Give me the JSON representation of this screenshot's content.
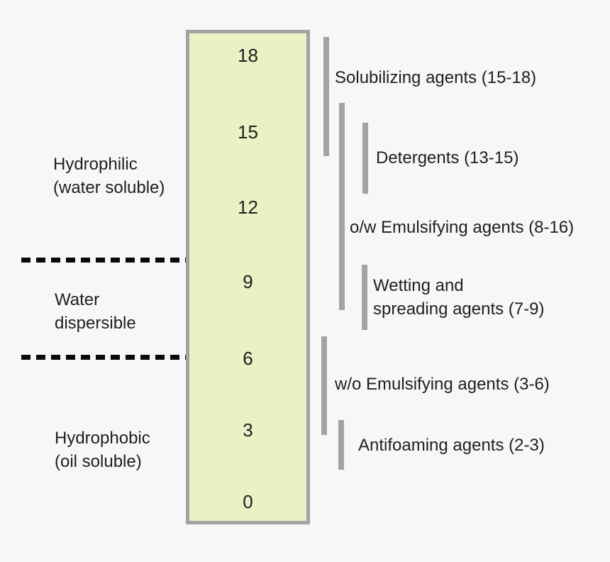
{
  "scale": {
    "ticks": [
      "18",
      "15",
      "12",
      "9",
      "6",
      "3",
      "0"
    ],
    "min": 0,
    "max": 18
  },
  "left_labels": [
    {
      "line1": "Hydrophilic",
      "line2": "(water soluble)"
    },
    {
      "line1": "Water",
      "line2": "dispersible"
    },
    {
      "line1": "Hydrophobic",
      "line2": "(oil soluble)"
    }
  ],
  "agents": [
    {
      "name": "solubilizing",
      "label": "Solubilizing agents (15-18)",
      "span": [
        15,
        18
      ]
    },
    {
      "name": "detergents",
      "label": "Detergents (13-15)",
      "span": [
        13,
        15
      ]
    },
    {
      "name": "ow-emulsifying",
      "label": "o/w Emulsifying agents (8-16)",
      "span": [
        8,
        16
      ]
    },
    {
      "name": "wetting-spreading",
      "label_line1": "Wetting and",
      "label_line2": "spreading agents (7-9)",
      "span": [
        7,
        9
      ]
    },
    {
      "name": "wo-emulsifying",
      "label": "w/o Emulsifying agents (3-6)",
      "span": [
        3,
        6
      ]
    },
    {
      "name": "antifoaming",
      "label": "Antifoaming agents (2-3)",
      "span": [
        2,
        3
      ]
    }
  ],
  "colors": {
    "background": "#f7f7f7",
    "column_fill": "#eaf2c5",
    "column_border": "#a3a3a3",
    "bar": "#a3a3a3",
    "text": "#1f1f1f",
    "dash": "#0a0a0a"
  }
}
